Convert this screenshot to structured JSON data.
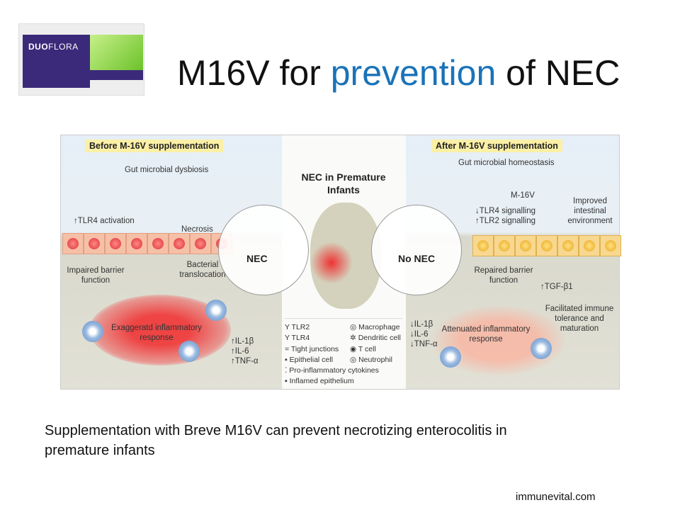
{
  "slide": {
    "title_parts": [
      "M16V for ",
      "prevention",
      " of NEC"
    ],
    "accent_color": "#1a73b8",
    "product": {
      "brand_bold": "DUO",
      "brand_light": "FLORA"
    },
    "caption": "Supplementation with Breve M16V can prevent necrotizing enterocolitis in premature infants",
    "footer": "immunevital.com"
  },
  "diagram": {
    "left": {
      "header": "Before M-16V supplementation",
      "microbes": "Gut microbial dysbiosis",
      "tlr4": "↑TLR4 activation",
      "necrosis": "Necrosis",
      "barrier": "Impaired barrier function",
      "translocation": "Bacterial translocation",
      "response": "Exaggeratd inflammatory response",
      "cytokines": [
        "↑IL-1β",
        "↑IL-6",
        "↑TNF-α"
      ]
    },
    "center": {
      "title": "NEC in Premature Infants",
      "nec": "NEC",
      "no_nec": "No NEC",
      "legend": [
        "TLR2",
        "TLR4",
        "Tight junctions",
        "Epithelial cell",
        "Macrophage",
        "Dendritic cell",
        "T cell",
        "Neutrophil",
        "Pro-inflammatory cytokines",
        "Inflamed epithelium"
      ]
    },
    "right": {
      "header": "After M-16V supplementation",
      "microbes": "Gut microbial homeostasis",
      "m16v": "M-16V",
      "signalling": [
        "↓TLR4 signalling",
        "↑TLR2 signalling"
      ],
      "environment": "Improved intestinal environment",
      "barrier": "Repaired barrier function",
      "tgf": "↑TGF-β1",
      "tolerance": "Facilitated immune tolerance and maturation",
      "response": "Attenuated inflammatory response",
      "cytokines": [
        "↓IL-1β",
        "↓IL-6",
        "↓TNF-α"
      ]
    }
  }
}
